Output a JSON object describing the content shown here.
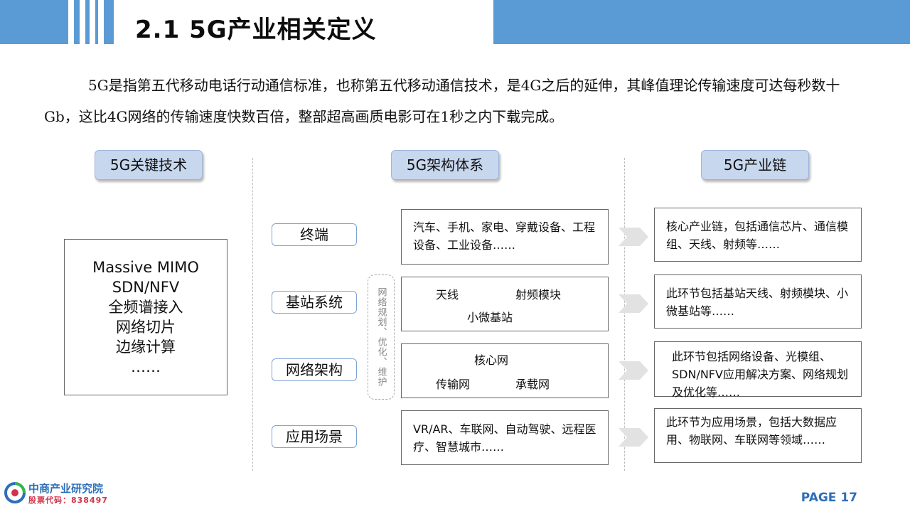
{
  "header": {
    "title": "2.1  5G产业相关定义",
    "accent_color": "#5b9bd5"
  },
  "intro": "5G是指第五代移动电话行动通信标准，也称第五代移动通信技术，是4G之后的延伸，其峰值理论传输速度可达每秒数十Gb，这比4G网络的传输速度快数百倍，整部超高画质电影可在1秒之内下载完成。",
  "sections": {
    "key_tech": "5G关键技术",
    "architecture": "5G架构体系",
    "industry_chain": "5G产业链"
  },
  "key_tech_items": [
    "Massive MIMO",
    "SDN/NFV",
    "全频谱接入",
    "网络切片",
    "边缘计算",
    "……"
  ],
  "layers": [
    {
      "label": "终端",
      "detail": "汽车、手机、家电、穿戴设备、工程设备、工业设备……",
      "chain": "核心产业链，包括通信芯片、通信模组、天线、射频等……"
    },
    {
      "label": "基站系统",
      "detail_a": "天线",
      "detail_b": "射频模块",
      "detail_c": "小微基站",
      "chain": "此环节包括基站天线、射频模块、小微基站等……"
    },
    {
      "label": "网络架构",
      "detail_a": "核心网",
      "detail_b": "传输网",
      "detail_c": "承载网",
      "chain": "此环节包括网络设备、光模组、SDN/NFV应用解决方案、网络规划及优化等……"
    },
    {
      "label": "应用场景",
      "detail": "VR/AR、车联网、自动驾驶、远程医疗、智慧城市……",
      "chain": "此环节为应用场景，包括大数据应用、物联网、车联网等领域……"
    }
  ],
  "side_note": "网络规划、优化、维护",
  "footer": {
    "logo_name": "中商产业研究院",
    "stock_code": "股票代码：838497",
    "page": "PAGE 17"
  }
}
